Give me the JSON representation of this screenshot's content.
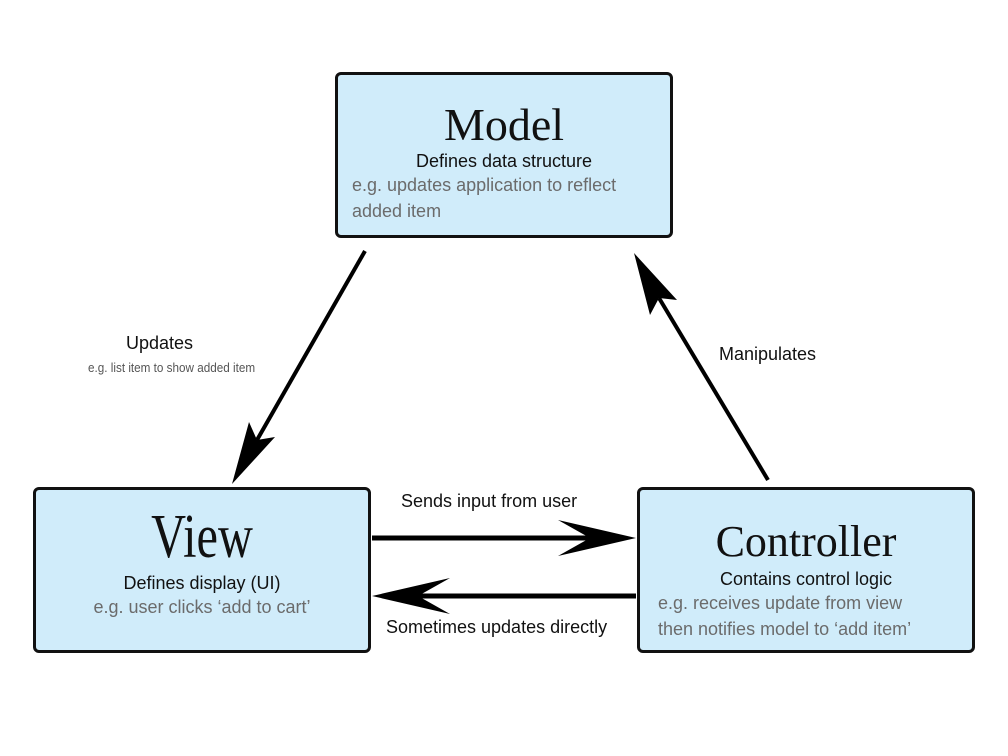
{
  "model": {
    "title": "Model",
    "subtitle": "Defines data structure",
    "example_line1": "e.g. updates application to reflect",
    "example_line2": "added item"
  },
  "view": {
    "title": "View",
    "subtitle": "Defines display (UI)",
    "example": "e.g. user clicks ‘add to cart’"
  },
  "controller": {
    "title": "Controller",
    "subtitle": "Contains control logic",
    "example_line1": "e.g. receives update from view",
    "example_line2": "then notifies model to ‘add item’"
  },
  "edges": {
    "updates_label": "Updates",
    "updates_example": "e.g. list item to show added item",
    "manipulates_label": "Manipulates",
    "sends_input_label": "Sends input from user",
    "sometimes_updates_label": "Sometimes updates directly"
  },
  "colors": {
    "box_fill": "#d0ecfa",
    "box_border": "#111111",
    "example_text": "#6b6b6b"
  }
}
